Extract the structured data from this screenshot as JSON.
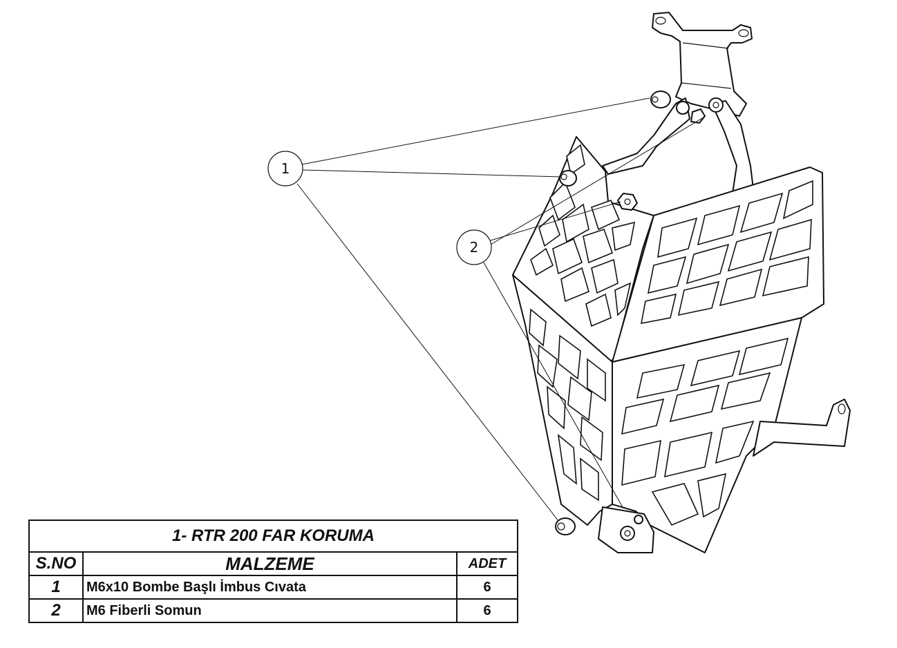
{
  "callouts": [
    {
      "label": "1"
    },
    {
      "label": "2"
    }
  ],
  "bom": {
    "title": "1- RTR 200 FAR KORUMA",
    "headers": {
      "sno": "S.NO",
      "material": "MALZEME",
      "qty": "ADET"
    },
    "rows": [
      {
        "sno": "1",
        "material": "M6x10 Bombe Başlı İmbus Cıvata",
        "qty": "6"
      },
      {
        "sno": "2",
        "material": "M6 Fiberli Somun",
        "qty": "6"
      }
    ]
  }
}
